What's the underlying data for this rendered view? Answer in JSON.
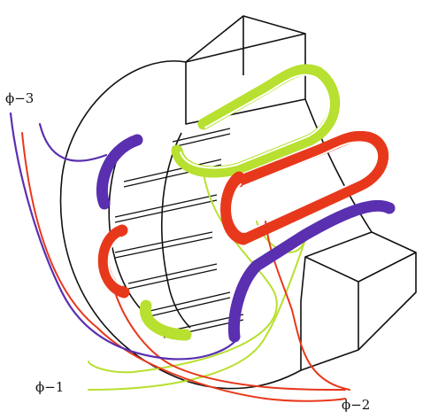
{
  "labels": {
    "phase3": "ϕ−3",
    "phase1": "ϕ−1",
    "phase2": "ϕ−2"
  },
  "colors": {
    "phase1": "#b8e030",
    "phase2": "#e8381c",
    "phase3": "#5a2fb0",
    "outline": "#111111",
    "background": "#ffffff"
  }
}
